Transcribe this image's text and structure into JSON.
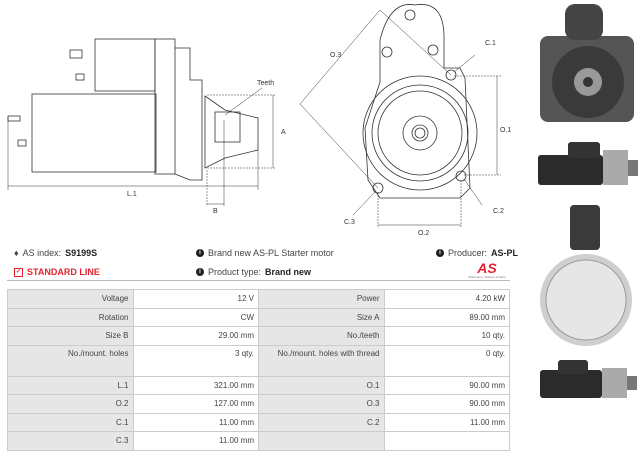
{
  "drawing": {
    "side_labels": {
      "teeth": "Teeth",
      "a": "A",
      "b": "B",
      "l1": "L.1"
    },
    "front_labels": {
      "o1": "O.1",
      "o2": "O.2",
      "o3": "O.3",
      "c1": "C.1",
      "c2": "C.2",
      "c3": "C.3"
    }
  },
  "info": {
    "as_index_label": "AS index:",
    "as_index_value": "S9199S",
    "line": "STANDARD LINE",
    "description": "Brand new AS-PL Starter motor",
    "product_type_label": "Product type:",
    "product_type_value": "Brand new",
    "producer_label": "Producer:",
    "producer_value": "AS-PL",
    "logo_text": "AS",
    "logo_tagline": "Alternators, Starters & Parts",
    "accent_color": "#e3232f"
  },
  "specs": [
    [
      "Voltage",
      "12 V",
      "Power",
      "4.20 kW"
    ],
    [
      "Rotation",
      "CW",
      "Size A",
      "89.00 mm"
    ],
    [
      "Size B",
      "29.00 mm",
      "No./teeth",
      "10 qty."
    ],
    [
      "No./mount. holes",
      "3 qty.",
      "No./mount. holes with thread",
      "0 qty."
    ],
    [
      "L.1",
      "321.00 mm",
      "O.1",
      "90.00 mm"
    ],
    [
      "O.2",
      "127.00 mm",
      "O.3",
      "90.00 mm"
    ],
    [
      "C.1",
      "11.00 mm",
      "C.2",
      "11.00 mm"
    ],
    [
      "C.3",
      "11.00 mm",
      "",
      ""
    ]
  ]
}
